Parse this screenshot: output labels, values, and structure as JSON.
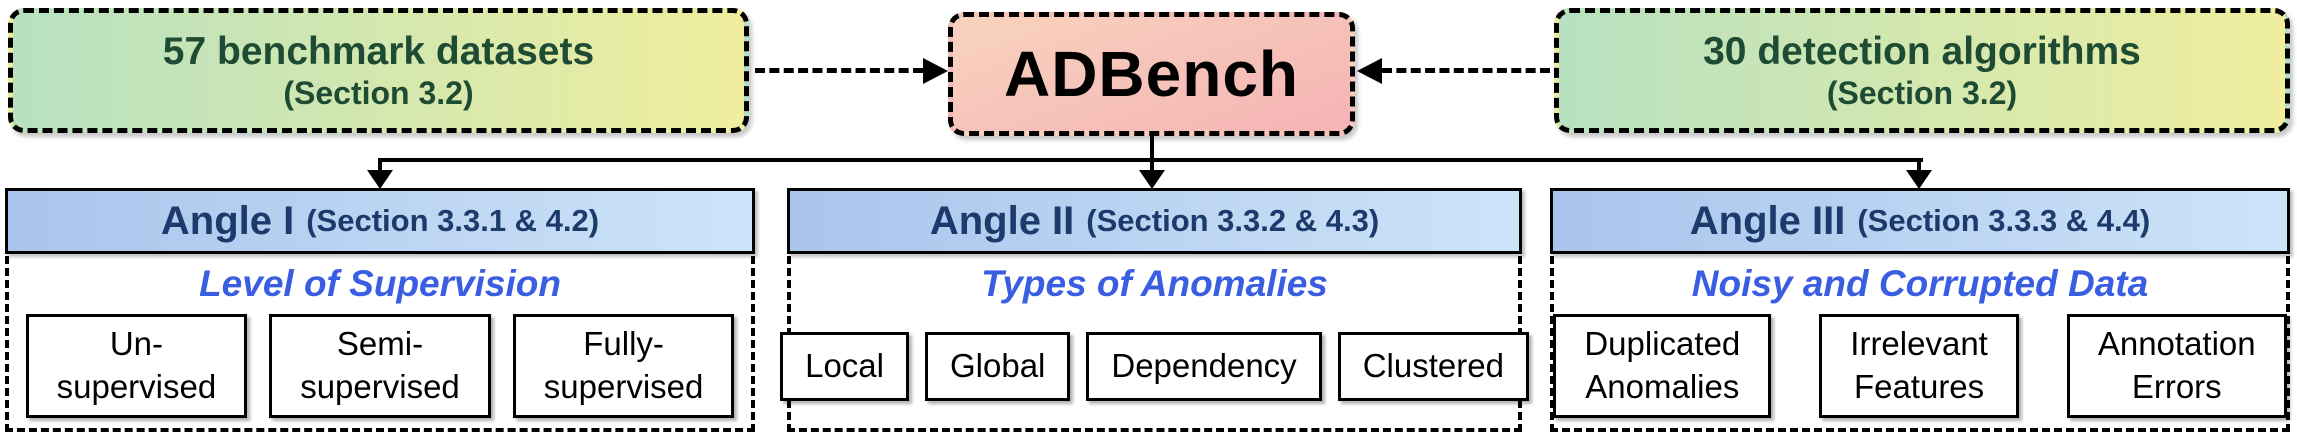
{
  "top_row": {
    "datasets_box": {
      "label": "57 benchmark datasets",
      "section": "(Section 3.2)"
    },
    "adbench_box": {
      "label": "ADBench"
    },
    "algorithms_box": {
      "label": "30 detection algorithms",
      "section": "(Section 3.2)"
    }
  },
  "angles": [
    {
      "header_title": "Angle I",
      "header_section": "(Section 3.3.1 & 4.2)",
      "subtitle": "Level of Supervision",
      "items": [
        "Un-\nsupervised",
        "Semi-\nsupervised",
        "Fully-\nsupervised"
      ]
    },
    {
      "header_title": "Angle II",
      "header_section": "(Section 3.3.2 & 4.3)",
      "subtitle": "Types of Anomalies",
      "items": [
        "Local",
        "Global",
        "Dependency",
        "Clustered"
      ]
    },
    {
      "header_title": "Angle III",
      "header_section": "(Section 3.3.3 & 4.4)",
      "subtitle": "Noisy and Corrupted Data",
      "items": [
        "Duplicated\nAnomalies",
        "Irrelevant\nFeatures",
        "Annotation\nErrors"
      ]
    }
  ],
  "colors": {
    "green_text": "#1e4b33",
    "grad_green": "#b7e1c0",
    "grad_yellow": "#f0ee9e",
    "adbench_from": "#f8d3be",
    "adbench_to": "#f5b3b5",
    "header_from": "#a9c5ec",
    "header_to": "#cde3f8",
    "header_text": "#1c3a6b",
    "subtitle_blue": "#3a5ee2",
    "line_black": "#000000"
  }
}
